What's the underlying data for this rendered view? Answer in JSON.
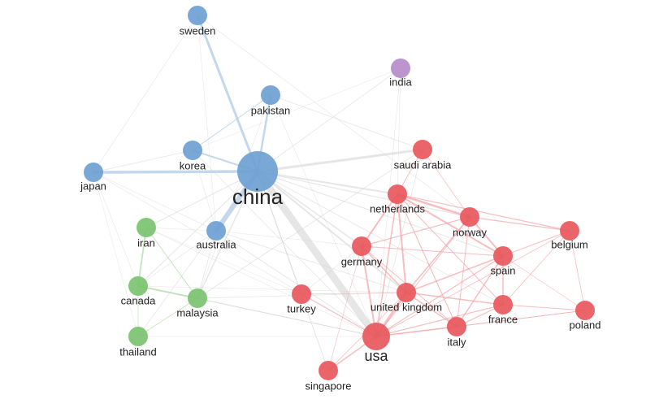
{
  "clusters": {
    "blue": {
      "color": "#6a9fd1",
      "edge_color": "#a9c7e6"
    },
    "red": {
      "color": "#e8545a",
      "edge_color": "#f2a2a5"
    },
    "green": {
      "color": "#78c26d",
      "edge_color": "#a9d9a1"
    },
    "purple": {
      "color": "#b58ac9",
      "edge_color": "#d6bde2"
    },
    "grey": {
      "edge_color": "#d2d2d2"
    }
  },
  "nodes": [
    {
      "id": "china",
      "label": "china",
      "cluster": "blue"
    },
    {
      "id": "sweden",
      "label": "sweden",
      "cluster": "blue"
    },
    {
      "id": "pakistan",
      "label": "pakistan",
      "cluster": "blue"
    },
    {
      "id": "korea",
      "label": "korea",
      "cluster": "blue"
    },
    {
      "id": "japan",
      "label": "japan",
      "cluster": "blue"
    },
    {
      "id": "australia",
      "label": "australia",
      "cluster": "blue"
    },
    {
      "id": "india",
      "label": "india",
      "cluster": "purple"
    },
    {
      "id": "saudi_arabia",
      "label": "saudi arabia",
      "cluster": "red"
    },
    {
      "id": "netherlands",
      "label": "netherlands",
      "cluster": "red"
    },
    {
      "id": "norway",
      "label": "norway",
      "cluster": "red"
    },
    {
      "id": "belgium",
      "label": "belgium",
      "cluster": "red"
    },
    {
      "id": "germany",
      "label": "germany",
      "cluster": "red"
    },
    {
      "id": "spain",
      "label": "spain",
      "cluster": "red"
    },
    {
      "id": "turkey",
      "label": "turkey",
      "cluster": "red"
    },
    {
      "id": "united_kingdom",
      "label": "united kingdom",
      "cluster": "red"
    },
    {
      "id": "france",
      "label": "france",
      "cluster": "red"
    },
    {
      "id": "poland",
      "label": "poland",
      "cluster": "red"
    },
    {
      "id": "italy",
      "label": "italy",
      "cluster": "red"
    },
    {
      "id": "usa",
      "label": "usa",
      "cluster": "red"
    },
    {
      "id": "singapore",
      "label": "singapore",
      "cluster": "red"
    },
    {
      "id": "iran",
      "label": "iran",
      "cluster": "green"
    },
    {
      "id": "canada",
      "label": "canada",
      "cluster": "green"
    },
    {
      "id": "malaysia",
      "label": "malaysia",
      "cluster": "green"
    },
    {
      "id": "thailand",
      "label": "thailand",
      "cluster": "green"
    }
  ],
  "edges": [
    [
      "china",
      "sweden",
      "blue",
      3
    ],
    [
      "china",
      "pakistan",
      "blue",
      2.5
    ],
    [
      "china",
      "korea",
      "blue",
      2
    ],
    [
      "china",
      "japan",
      "blue",
      3.5
    ],
    [
      "china",
      "australia",
      "blue",
      6
    ],
    [
      "korea",
      "pakistan",
      "blue",
      1
    ],
    [
      "china",
      "usa",
      "grey",
      9
    ],
    [
      "china",
      "saudi_arabia",
      "grey",
      3
    ],
    [
      "china",
      "netherlands",
      "grey",
      2
    ],
    [
      "china",
      "germany",
      "grey",
      1.5
    ],
    [
      "china",
      "united_kingdom",
      "grey",
      2
    ],
    [
      "china",
      "canada",
      "grey",
      1
    ],
    [
      "china",
      "malaysia",
      "grey",
      1.5
    ],
    [
      "china",
      "iran",
      "grey",
      1
    ],
    [
      "china",
      "singapore",
      "grey",
      1
    ],
    [
      "china",
      "turkey",
      "grey",
      1
    ],
    [
      "china",
      "norway",
      "grey",
      1.2
    ],
    [
      "china",
      "spain",
      "grey",
      1
    ],
    [
      "china",
      "india",
      "grey",
      0.8
    ],
    [
      "china",
      "thailand",
      "grey",
      0.8
    ],
    [
      "china",
      "france",
      "grey",
      0.8
    ],
    [
      "sweden",
      "japan",
      "grey",
      0.6
    ],
    [
      "sweden",
      "australia",
      "grey",
      0.6
    ],
    [
      "sweden",
      "norway",
      "grey",
      0.6
    ],
    [
      "india",
      "netherlands",
      "grey",
      0.6
    ],
    [
      "india",
      "usa",
      "grey",
      0.6
    ],
    [
      "india",
      "korea",
      "grey",
      0.5
    ],
    [
      "pakistan",
      "saudi_arabia",
      "grey",
      0.8
    ],
    [
      "pakistan",
      "malaysia",
      "grey",
      0.6
    ],
    [
      "pakistan",
      "usa",
      "grey",
      0.6
    ],
    [
      "japan",
      "korea",
      "grey",
      0.8
    ],
    [
      "japan",
      "australia",
      "grey",
      0.6
    ],
    [
      "japan",
      "canada",
      "grey",
      0.6
    ],
    [
      "japan",
      "usa",
      "grey",
      0.6
    ],
    [
      "korea",
      "usa",
      "grey",
      0.8
    ],
    [
      "korea",
      "australia",
      "grey",
      0.6
    ],
    [
      "australia",
      "usa",
      "grey",
      1
    ],
    [
      "australia",
      "malaysia",
      "grey",
      0.8
    ],
    [
      "australia",
      "united_kingdom",
      "grey",
      0.8
    ],
    [
      "australia",
      "iran",
      "grey",
      0.6
    ],
    [
      "australia",
      "canada",
      "grey",
      0.6
    ],
    [
      "australia",
      "germany",
      "grey",
      0.6
    ],
    [
      "iran",
      "usa",
      "grey",
      0.6
    ],
    [
      "canada",
      "usa",
      "grey",
      1
    ],
    [
      "canada",
      "united_kingdom",
      "grey",
      0.6
    ],
    [
      "malaysia",
      "usa",
      "grey",
      0.8
    ],
    [
      "malaysia",
      "united_kingdom",
      "grey",
      0.8
    ],
    [
      "malaysia",
      "saudi_arabia",
      "grey",
      0.6
    ],
    [
      "thailand",
      "usa",
      "grey",
      0.6
    ],
    [
      "thailand",
      "japan",
      "grey",
      0.5
    ],
    [
      "saudi_arabia",
      "usa",
      "grey",
      0.8
    ],
    [
      "saudi_arabia",
      "malaysia",
      "grey",
      0.5
    ],
    [
      "turkey",
      "germany",
      "grey",
      0.6
    ],
    [
      "turkey",
      "iran",
      "grey",
      0.5
    ],
    [
      "iran",
      "canada",
      "green",
      1.8
    ],
    [
      "iran",
      "malaysia",
      "green",
      1
    ],
    [
      "canada",
      "malaysia",
      "green",
      1.8
    ],
    [
      "canada",
      "thailand",
      "green",
      0.8
    ],
    [
      "malaysia",
      "thailand",
      "green",
      0.8
    ],
    [
      "usa",
      "netherlands",
      "red",
      1.5
    ],
    [
      "usa",
      "germany",
      "red",
      2
    ],
    [
      "usa",
      "united_kingdom",
      "red",
      3
    ],
    [
      "usa",
      "italy",
      "red",
      1.5
    ],
    [
      "usa",
      "france",
      "red",
      1.2
    ],
    [
      "usa",
      "spain",
      "red",
      1.2
    ],
    [
      "usa",
      "norway",
      "red",
      1
    ],
    [
      "usa",
      "turkey",
      "red",
      1
    ],
    [
      "usa",
      "singapore",
      "red",
      1.5
    ],
    [
      "usa",
      "poland",
      "red",
      0.8
    ],
    [
      "usa",
      "belgium",
      "red",
      0.8
    ],
    [
      "netherlands",
      "norway",
      "red",
      2.5
    ],
    [
      "netherlands",
      "germany",
      "red",
      2
    ],
    [
      "netherlands",
      "united_kingdom",
      "red",
      2
    ],
    [
      "netherlands",
      "spain",
      "red",
      2
    ],
    [
      "netherlands",
      "belgium",
      "red",
      1.2
    ],
    [
      "netherlands",
      "italy",
      "red",
      1.2
    ],
    [
      "netherlands",
      "france",
      "red",
      1
    ],
    [
      "norway",
      "spain",
      "red",
      2
    ],
    [
      "norway",
      "belgium",
      "red",
      1.2
    ],
    [
      "norway",
      "united_kingdom",
      "red",
      1.5
    ],
    [
      "norway",
      "germany",
      "red",
      1.2
    ],
    [
      "norway",
      "italy",
      "red",
      1
    ],
    [
      "germany",
      "united_kingdom",
      "red",
      1.5
    ],
    [
      "germany",
      "spain",
      "red",
      1
    ],
    [
      "germany",
      "italy",
      "red",
      1
    ],
    [
      "united_kingdom",
      "spain",
      "red",
      1.5
    ],
    [
      "united_kingdom",
      "italy",
      "red",
      1.5
    ],
    [
      "united_kingdom",
      "france",
      "red",
      1.5
    ],
    [
      "spain",
      "italy",
      "red",
      1.5
    ],
    [
      "spain",
      "france",
      "red",
      1.5
    ],
    [
      "spain",
      "belgium",
      "red",
      1
    ],
    [
      "france",
      "italy",
      "red",
      1.2
    ],
    [
      "france",
      "poland",
      "red",
      1
    ],
    [
      "france",
      "belgium",
      "red",
      0.8
    ],
    [
      "italy",
      "poland",
      "red",
      0.8
    ],
    [
      "belgium",
      "poland",
      "red",
      0.8
    ],
    [
      "saudi_arabia",
      "netherlands",
      "red",
      1
    ],
    [
      "saudi_arabia",
      "norway",
      "red",
      0.8
    ],
    [
      "singapore",
      "united_kingdom",
      "red",
      0.8
    ],
    [
      "singapore",
      "germany",
      "red",
      0.6
    ],
    [
      "turkey",
      "united_kingdom",
      "red",
      0.6
    ],
    [
      "spain",
      "poland",
      "red",
      0.6
    ]
  ]
}
